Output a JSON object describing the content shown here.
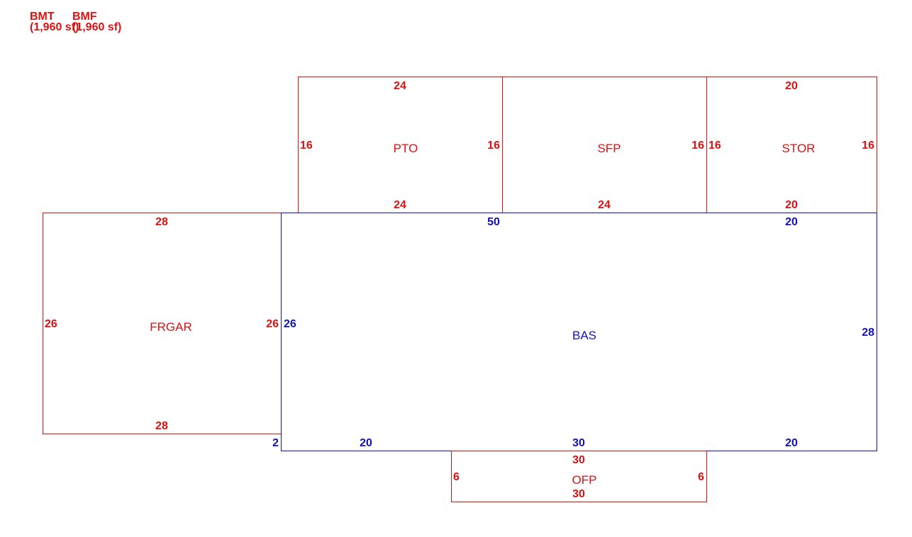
{
  "colors": {
    "red": "#dd1111",
    "blue": "#1111bb"
  },
  "header": [
    {
      "code": "BMT",
      "area": "(1,960 sf)"
    },
    {
      "code": "BMF",
      "area": "(1,960 sf)"
    }
  ],
  "areas": {
    "pto": {
      "label": "PTO",
      "top": "24",
      "bottom": "24",
      "left": "16",
      "right": "16"
    },
    "sfp": {
      "label": "SFP",
      "bottom": "24",
      "right": "16"
    },
    "stor": {
      "label": "STOR",
      "top": "20",
      "bottom": "20",
      "left": "16",
      "right": "16"
    },
    "frgar": {
      "label": "FRGAR",
      "top": "28",
      "bottom": "28",
      "left": "26",
      "right": "26"
    },
    "bas": {
      "label": "BAS",
      "top_left": "50",
      "top_right": "20",
      "left": "26",
      "right": "28",
      "bottom_left": "20",
      "bottom_mid": "30",
      "bottom_right": "20",
      "step": "2"
    },
    "ofp": {
      "label": "OFP",
      "top": "30",
      "bottom": "30",
      "left": "6",
      "right": "6"
    }
  }
}
